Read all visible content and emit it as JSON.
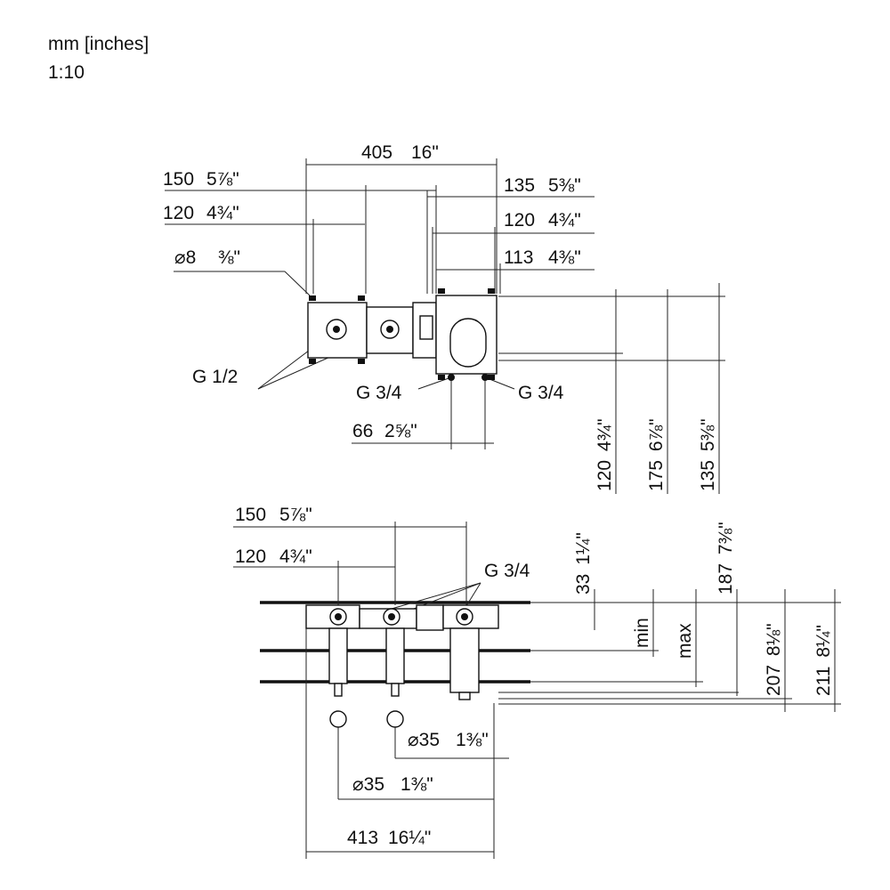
{
  "header": {
    "units": "mm [inches]",
    "scale": "1:10"
  },
  "top_view": {
    "dims": {
      "overall": {
        "mm": "405",
        "inch": "16\""
      },
      "left_150": {
        "mm": "150",
        "inch": "5⅞\""
      },
      "left_120": {
        "mm": "120",
        "inch": "4¾\""
      },
      "dia8": {
        "mm": "⌀8",
        "inch": "⅜\""
      },
      "right_135": {
        "mm": "135",
        "inch": "5⅜\""
      },
      "right_120": {
        "mm": "120",
        "inch": "4¾\""
      },
      "right_113": {
        "mm": "113",
        "inch": "4⅜\""
      },
      "bottom_66": {
        "mm": "66",
        "inch": "2⅝\""
      },
      "v_120": {
        "mm": "120",
        "inch": "4¾\""
      },
      "v_175": {
        "mm": "175",
        "inch": "6⅞\""
      },
      "v_135": {
        "mm": "135",
        "inch": "5⅜\""
      }
    },
    "labels": {
      "g12": "G 1/2",
      "g34_left": "G 3/4",
      "g34_right": "G 3/4"
    }
  },
  "side_view": {
    "dims": {
      "left_150": {
        "mm": "150",
        "inch": "5⅞\""
      },
      "left_120": {
        "mm": "120",
        "inch": "4¾\""
      },
      "v_33": {
        "mm": "33",
        "inch": "1¼\""
      },
      "v_187": {
        "mm": "187",
        "inch": "7⅜\""
      },
      "v_207": {
        "mm": "207",
        "inch": "8⅛\""
      },
      "v_211": {
        "mm": "211",
        "inch": "8¼\""
      },
      "dia35_a": {
        "mm": "⌀35",
        "inch": "1⅜\""
      },
      "dia35_b": {
        "mm": "⌀35",
        "inch": "1⅜\""
      },
      "overall": {
        "mm": "413",
        "inch": "16¼\""
      }
    },
    "labels": {
      "g34": "G 3/4",
      "min": "min",
      "max": "max"
    }
  }
}
